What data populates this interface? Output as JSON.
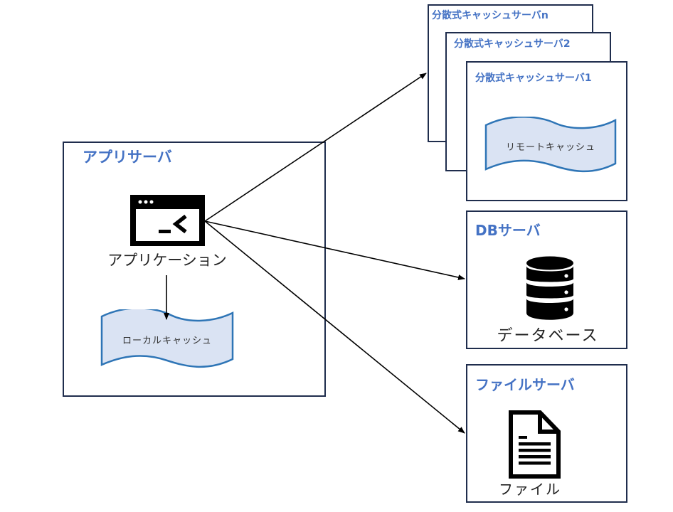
{
  "app_server": {
    "title": "アプリサーバ",
    "application": {
      "icon": "terminal-window-icon",
      "label": "アプリケーション"
    },
    "local_cache": {
      "label": "ローカルキャッシュ"
    }
  },
  "cache_servers": [
    {
      "title": "分散式キャッシュサーバn"
    },
    {
      "title": "分散式キャッシュサーバ2"
    },
    {
      "title": "分散式キャッシュサーバ1",
      "remote_cache": {
        "label": "リモートキャッシュ"
      }
    }
  ],
  "db_server": {
    "title": "DBサーバ",
    "database": {
      "icon": "database-icon",
      "label": "データベース"
    }
  },
  "file_server": {
    "title": "ファイルサーバ",
    "file": {
      "icon": "document-icon",
      "label": "ファイル"
    }
  },
  "colors": {
    "title_blue": "#4472c4",
    "border": "#1f2d4d",
    "wave_fill": "#dae3f3",
    "wave_stroke": "#2e75b6"
  },
  "connections": [
    {
      "from": "application",
      "to": "分散式キャッシュサーバn"
    },
    {
      "from": "application",
      "to": "DBサーバ"
    },
    {
      "from": "application",
      "to": "ファイルサーバ"
    },
    {
      "from": "application",
      "to": "ローカルキャッシュ"
    }
  ]
}
